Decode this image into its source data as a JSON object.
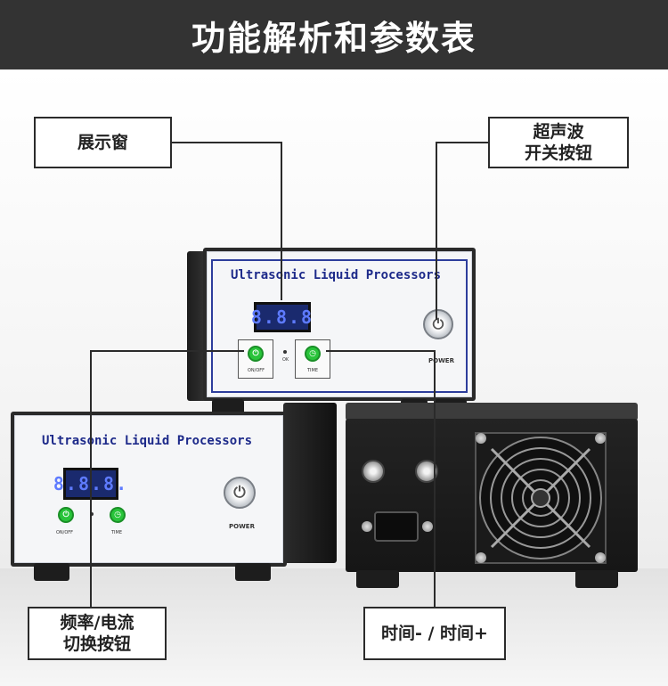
{
  "header": {
    "title": "功能解析和参数表"
  },
  "callouts": {
    "display_window": "展示窗",
    "ultrasonic_switch_line1": "超声波",
    "ultrasonic_switch_line2": "开关按钮",
    "freq_current_line1": "频率/电流",
    "freq_current_line2": "切换按钮",
    "time_buttons": "时间- / 时间+"
  },
  "device": {
    "brand": "Ultrasonic Liquid Processors",
    "display_value": "8.8.8",
    "display_value_small": "8.8.8.",
    "onoff_label": "ON/OFF",
    "time_label": "TIME",
    "ok_label": "OK",
    "power_label": "POWER",
    "power_label_small": "POWER"
  },
  "colors": {
    "banner": "#333333",
    "brand_blue": "#1d2a8a",
    "key_green": "#29c43a",
    "display_bg": "#1a2a6e"
  }
}
